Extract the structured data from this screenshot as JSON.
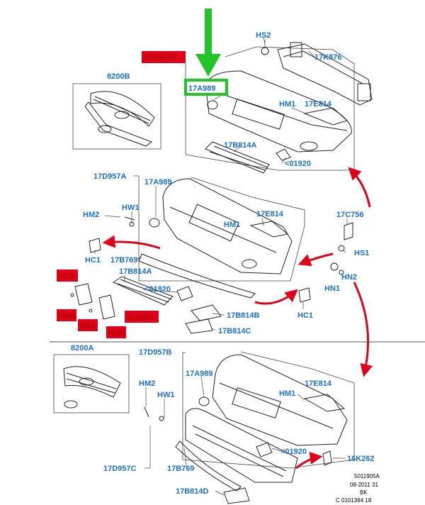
{
  "colors": {
    "label_blue": "#1a6fd0",
    "highlight_red": "#e0001a",
    "highlight_green": "#22c42a",
    "arrow_red": "#e0001a"
  },
  "labels": {
    "hs2": "HS2",
    "17k876": "17K876",
    "17d957d": "17D957D",
    "17a989_top": "17A989",
    "8200b": "8200B",
    "hm1_top": "HM1",
    "17e814_top": "17E814",
    "17b814a_top": "17B814A",
    "01920_top": "<01920",
    "17d957a": "17D957A",
    "17a989_mid": "17A989",
    "hm2_mid": "HM2",
    "hw1_mid": "HW1",
    "17e814_mid": "17E814",
    "hm1_mid": "HM1",
    "17c756": "17C756",
    "hc1_left": "HC1",
    "17b769_mid": "17B769",
    "hs1": "HS1",
    "17b814a_mid": "17B814A",
    "hn2": "HN2",
    "hn1": "HN1",
    "hs3_a": "HS3",
    "01920_mid": "<01920",
    "hm3_a": "HM3",
    "hs3_b": "HS3",
    "17a385": "17A385",
    "hm3_b": "HM3",
    "17b814b": "17B814B",
    "hc1_right": "HC1",
    "17b814c": "17B814C",
    "8200a": "8200A",
    "17d957b": "17D957B",
    "17a989_bot": "17A989",
    "hm1_bot": "HM1",
    "17e814_bot": "17E814",
    "hm2_bot": "HM2",
    "hw1_bot": "HW1",
    "01920_bot": "<01920",
    "16k262": "16K262",
    "17d957c": "17D957C",
    "17b769_bot": "17B769",
    "17b814d": "17B814D"
  },
  "footer": {
    "line1": "5011905A",
    "line2": "08-2011 31",
    "line3": "BK",
    "line4": "C 0101364 18"
  }
}
